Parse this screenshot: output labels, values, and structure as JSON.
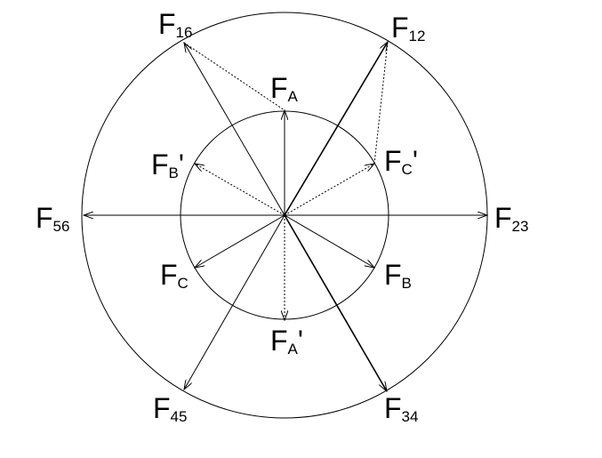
{
  "labels": {
    "f16": {
      "main": "F",
      "sub": "16",
      "prime": ""
    },
    "f12": {
      "main": "F",
      "sub": "12",
      "prime": ""
    },
    "f23": {
      "main": "F",
      "sub": "23",
      "prime": ""
    },
    "f34": {
      "main": "F",
      "sub": "34",
      "prime": ""
    },
    "f45": {
      "main": "F",
      "sub": "45",
      "prime": ""
    },
    "f56": {
      "main": "F",
      "sub": "56",
      "prime": ""
    },
    "fa": {
      "main": "F",
      "sub": "A",
      "prime": ""
    },
    "fa_prime": {
      "main": "F",
      "sub": "A",
      "prime": "'"
    },
    "fb": {
      "main": "F",
      "sub": "B",
      "prime": ""
    },
    "fb_prime": {
      "main": "F",
      "sub": "B",
      "prime": "'"
    },
    "fc": {
      "main": "F",
      "sub": "C",
      "prime": ""
    },
    "fc_prime": {
      "main": "F",
      "sub": "C",
      "prime": "'"
    }
  },
  "colors": {
    "ink": "#000000",
    "background": "#ffffff"
  }
}
